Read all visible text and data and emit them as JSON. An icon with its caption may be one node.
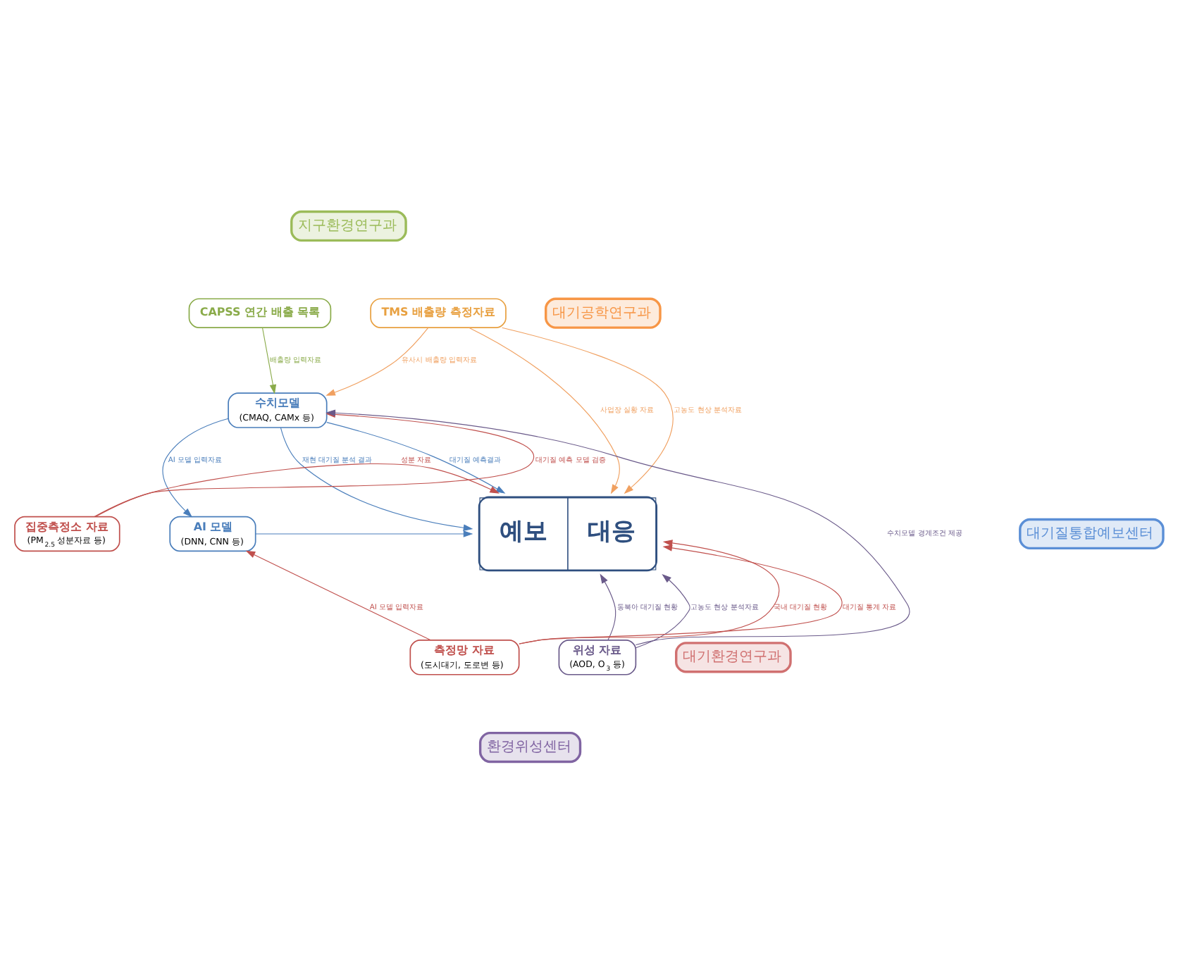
{
  "diagram": {
    "nodes": [
      {
        "text": [
          "수치모델",
          "(CMAQ, CAMx 등)"
        ]
      },
      {
        "text": [
          "CAPSS 연간 배출 목록"
        ]
      },
      {
        "text": [
          "TMS 배출량 측정자료"
        ]
      },
      {
        "text": [
          "AI 모델",
          "(DNN, CNN 등)"
        ]
      },
      {
        "text": [
          "예보",
          "대응"
        ]
      },
      {
        "text": [
          "집중측정소 자료",
          "(PM$_{2.5}$ 성분자료 등)"
        ]
      },
      {
        "text": [
          "위성 자료",
          "(AOD, O$_{3}$ 등)"
        ]
      },
      {
        "text": [
          "측정망 자료",
          "(도시대기, 도로변 등)"
        ]
      },
      {
        "text": [
          "지구환경연구과"
        ]
      },
      {
        "text": [
          "대기공학연구과"
        ]
      },
      {
        "text": [
          "대기질통합예보센터"
        ]
      },
      {
        "text": [
          "대기환경연구과"
        ]
      },
      {
        "text": [
          "환경위성센터"
        ]
      }
    ],
    "edges": [
      {
        "from": 2,
        "to": 0,
        "arrow": "to",
        "label": "유사시 배출량 입력자료",
        "color": "#f0a060"
      },
      {
        "from": 1,
        "to": 0,
        "arrow": "to",
        "label": "배출량 입력자료",
        "color": "#8aab4a"
      },
      {
        "from": 0,
        "to": 4,
        "arrow": "to",
        "label": "대기질 예측결과",
        "color": "#4a7ebb"
      },
      {
        "from": 0,
        "to": 4,
        "arrow": "to",
        "label": "재현 대기질 분석 결과",
        "color": "#4a7ebb"
      },
      {
        "from": 2,
        "to": 4,
        "arrow": "to",
        "label": "사업장 실황 자료",
        "color": "#f0a060"
      },
      {
        "from": 2,
        "to": 4,
        "arrow": "to",
        "label": "고농도 현상 분석자료",
        "color": "#f0a060"
      },
      {
        "from": 0,
        "to": 3,
        "arrow": "to",
        "label": "AI 모델 입력자료",
        "color": "#4a7ebb"
      },
      {
        "from": 3,
        "to": 4,
        "arrow": "to",
        "color": "#4a7ebb"
      },
      {
        "from": 5,
        "to": 4,
        "arrow": "to",
        "label": "성분 자료",
        "color": "#c0504d"
      },
      {
        "from": 6,
        "to": 4,
        "arrow": "to",
        "label": "동북아 대기질 현황",
        "color": "#6a5a8a"
      },
      {
        "from": 6,
        "to": 4,
        "arrow": "to",
        "label": "고농도 현상 분석자료",
        "color": "#6a5a8a"
      },
      {
        "from": 7,
        "to": 4,
        "arrow": "to",
        "label": "국내 대기질 현황",
        "color": "#c0504d"
      },
      {
        "from": 7,
        "to": 4,
        "arrow": "to",
        "label": "대기질 통계 자료",
        "color": "#c0504d"
      },
      {
        "from": 6,
        "to": 0,
        "arrow": "to",
        "label": "수치모델 경계조건 제공",
        "color": "#6a5a8a"
      },
      {
        "from": 7,
        "to": 3,
        "arrow": "to",
        "label": "AI 모델 입력자료",
        "color": "#c0504d"
      },
      {
        "from": 5,
        "to": 0,
        "arrow": "to",
        "label": "대기질 예측 모델 검증",
        "color": "#c0504d"
      }
    ]
  }
}
